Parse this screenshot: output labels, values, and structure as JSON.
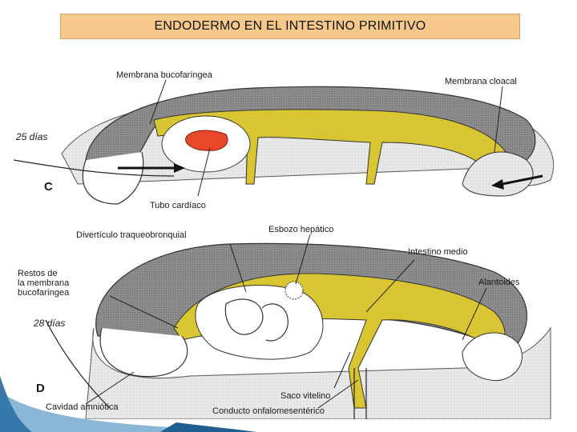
{
  "title": "ENDODERMO EN EL INTESTINO PRIMITIVO",
  "panel_c": {
    "letter": "C",
    "age": "25 días",
    "labels": {
      "membrana_bucofaringea": "Membrana bucofaríngea",
      "membrana_cloacal": "Membrana cloacal",
      "tubo_cardiaco": "Tubo cardíaco"
    }
  },
  "panel_d": {
    "letter": "D",
    "age": "28 días",
    "labels": {
      "diverticulo": "Divertículo traqueobronquial",
      "esbozo_hepatico": "Esbozo hepático",
      "restos_1": "Restos de",
      "restos_2": "la membrana",
      "restos_3": "bucofaríngea",
      "intestino_medio": "Intestino medio",
      "alantoides": "Alantoides",
      "cavidad_amniotica": "Cavidad amniótica",
      "saco_vitelino": "Saco vitelino",
      "conducto": "Conducto onfalomesentérico"
    }
  },
  "colors": {
    "endoderm": "#d9c431",
    "mesoderm": "#9a9a9a",
    "heart": "#e8472a",
    "title_bg": "#f6c98a",
    "corner_accent": "#1f5f8f"
  }
}
